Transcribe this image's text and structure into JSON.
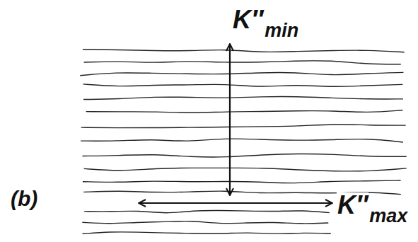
{
  "diagram": {
    "labels": [
      "K″",
      "min",
      "K″",
      "max",
      "(b)"
    ]
  }
}
